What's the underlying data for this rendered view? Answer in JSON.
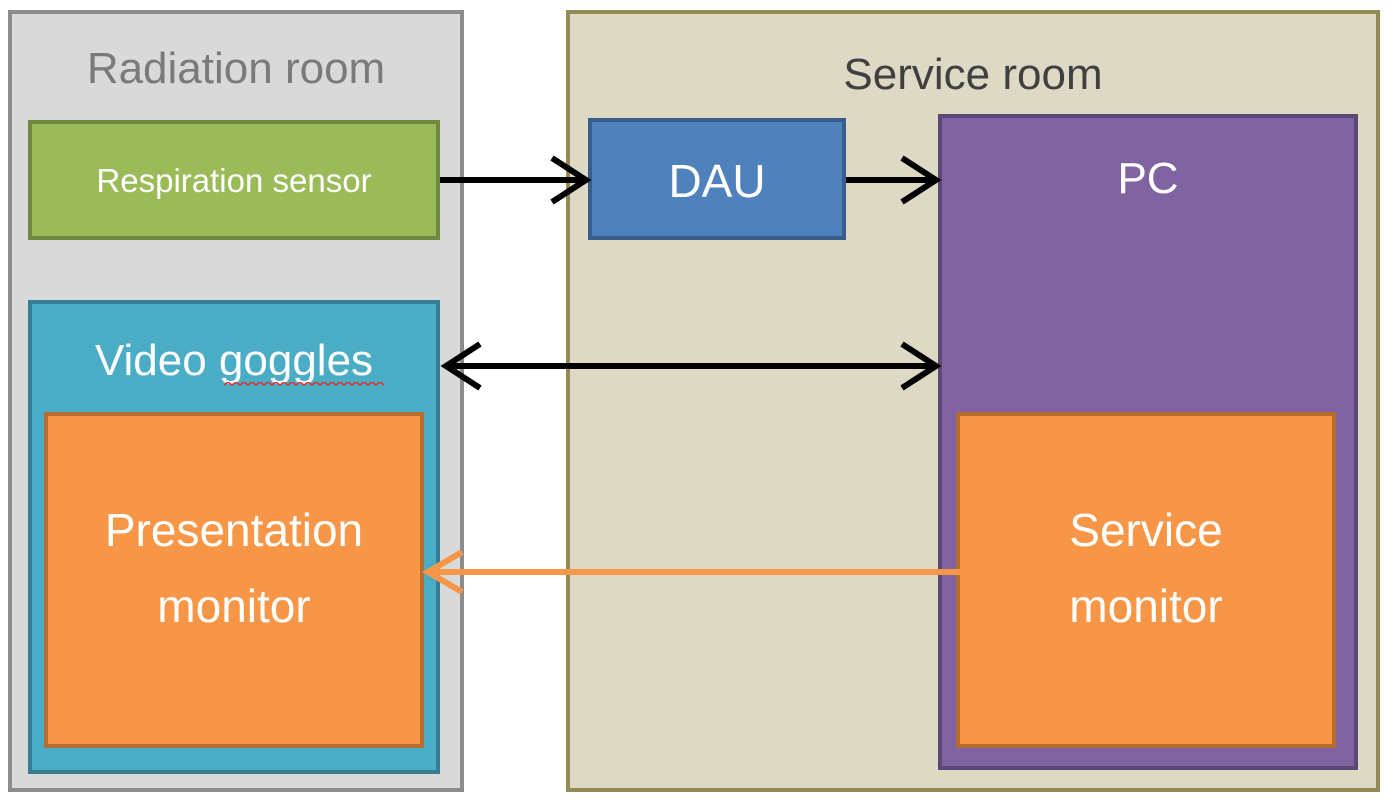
{
  "rooms": {
    "radiation": "Radiation room",
    "service": "Service room"
  },
  "components": {
    "respiration_sensor": "Respiration sensor",
    "dau": "DAU",
    "pc": "PC",
    "video_goggles": "Video goggles",
    "presentation_monitor_line1": "Presentation",
    "presentation_monitor_line2": "monitor",
    "service_monitor_line1": "Service",
    "service_monitor_line2": "monitor"
  },
  "colors": {
    "radiation_room": "#d9d9d9",
    "service_room": "#ddd9c4",
    "respiration_sensor": "#9bbb59",
    "dau": "#4f81bd",
    "pc": "#8064a2",
    "video_goggles": "#4bacc6",
    "monitor": "#f79646",
    "arrow_data": "#000000",
    "arrow_video": "#f79646"
  }
}
